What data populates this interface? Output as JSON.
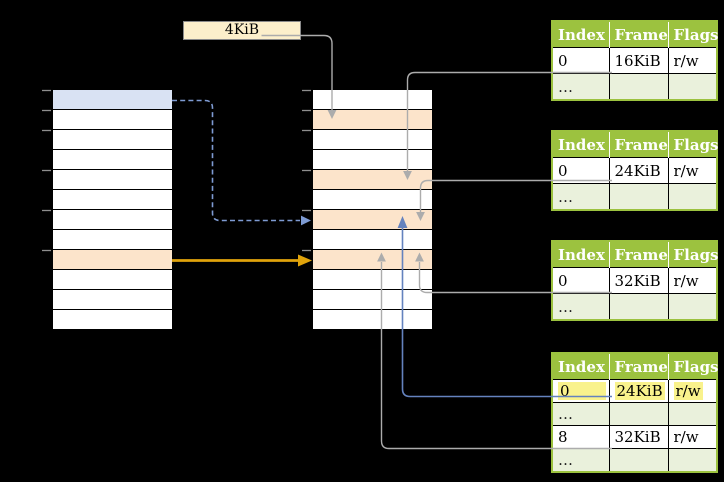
{
  "label": "4KiB",
  "columns": {
    "virtual": {
      "row_count": 12,
      "blue_row_index": 0,
      "orange_row_index": 8
    },
    "physical": {
      "row_count": 12,
      "orange_row_indexes": [
        1,
        4,
        6,
        8
      ]
    }
  },
  "tables": [
    {
      "name": "page-table-1",
      "headers": [
        "Index",
        "Frame",
        "Flags"
      ],
      "rows": [
        [
          "0",
          "16KiB",
          "r/w"
        ],
        [
          "…",
          "",
          ""
        ]
      ]
    },
    {
      "name": "page-table-2",
      "headers": [
        "Index",
        "Frame",
        "Flags"
      ],
      "rows": [
        [
          "0",
          "24KiB",
          "r/w"
        ],
        [
          "…",
          "",
          ""
        ]
      ]
    },
    {
      "name": "page-table-3",
      "headers": [
        "Index",
        "Frame",
        "Flags"
      ],
      "rows": [
        [
          "0",
          "32KiB",
          "r/w"
        ],
        [
          "…",
          "",
          ""
        ]
      ]
    },
    {
      "name": "page-table-4",
      "headers": [
        "Index",
        "Frame",
        "Flags"
      ],
      "rows": [
        [
          "0",
          "24KiB",
          "r/w"
        ],
        [
          "…",
          "",
          ""
        ],
        [
          "8",
          "32KiB",
          "r/w"
        ],
        [
          "…",
          "",
          ""
        ]
      ],
      "highlighted_row_index": 0
    }
  ],
  "colors": {
    "table_header_green": "#9CC23F",
    "table_alt_row_green": "#EAF1DC",
    "highlight_yellow": "#F9F28C",
    "frame_orange": "#FCE4CB",
    "virtual_page_blue": "#D9E2F3",
    "label_cream": "#FCEFCB",
    "arrow_gray": "#ACACAC",
    "arrow_gold": "#E0A30B",
    "arrow_blue_solid": "#6482BE",
    "arrow_blue_dashed": "#7E9BD3"
  }
}
